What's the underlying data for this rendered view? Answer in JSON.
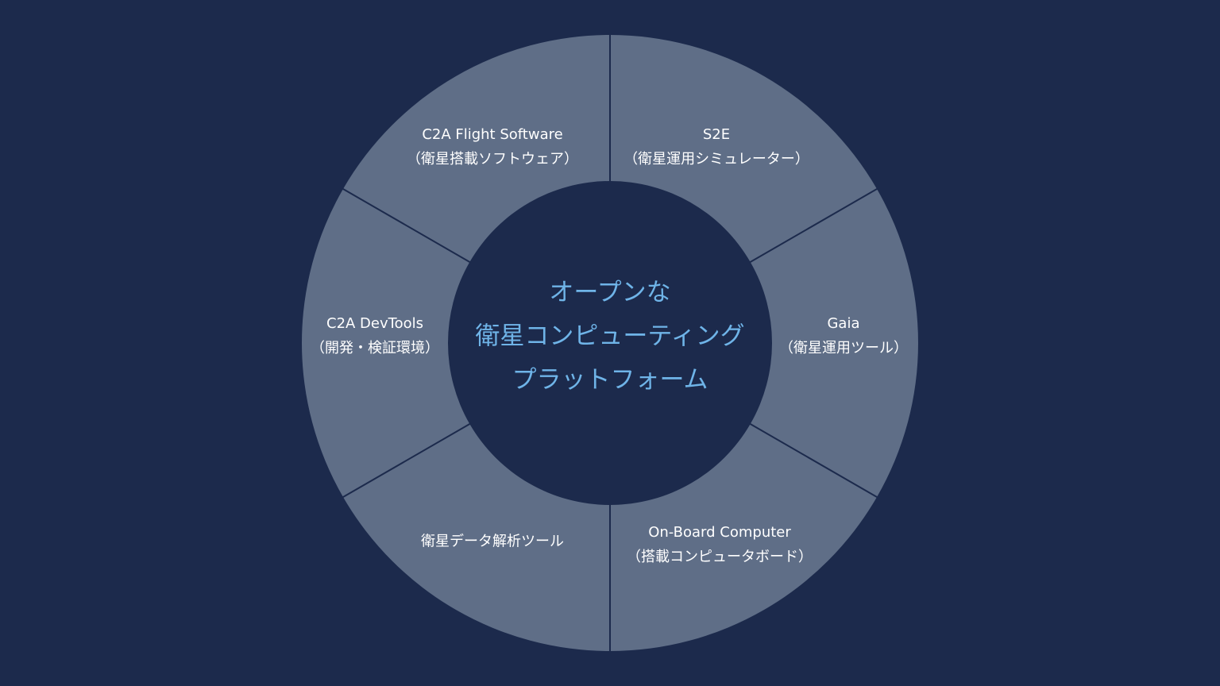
{
  "colors": {
    "background": "#1c2a4c",
    "segment_fill": "#5f6e87",
    "divider": "#1c2a4c",
    "center_text": "#6fb4e8",
    "segment_text": "#ffffff"
  },
  "center": {
    "line1": "オープンな",
    "line2": "衛星コンピューティング",
    "line3": "プラットフォーム"
  },
  "segments": [
    {
      "title": "S2E",
      "subtitle": "（衛星運用シミュレーター）"
    },
    {
      "title": "Gaia",
      "subtitle": "（衛星運用ツール）"
    },
    {
      "title": "On-Board Computer",
      "subtitle": "（搭載コンピュータボード）"
    },
    {
      "title": "衛星データ解析ツール",
      "subtitle": ""
    },
    {
      "title": "C2A  DevTools",
      "subtitle": "（開発・検証環境）"
    },
    {
      "title": "C2A  Flight Software",
      "subtitle": "（衛星搭載ソフトウェア）"
    }
  ]
}
